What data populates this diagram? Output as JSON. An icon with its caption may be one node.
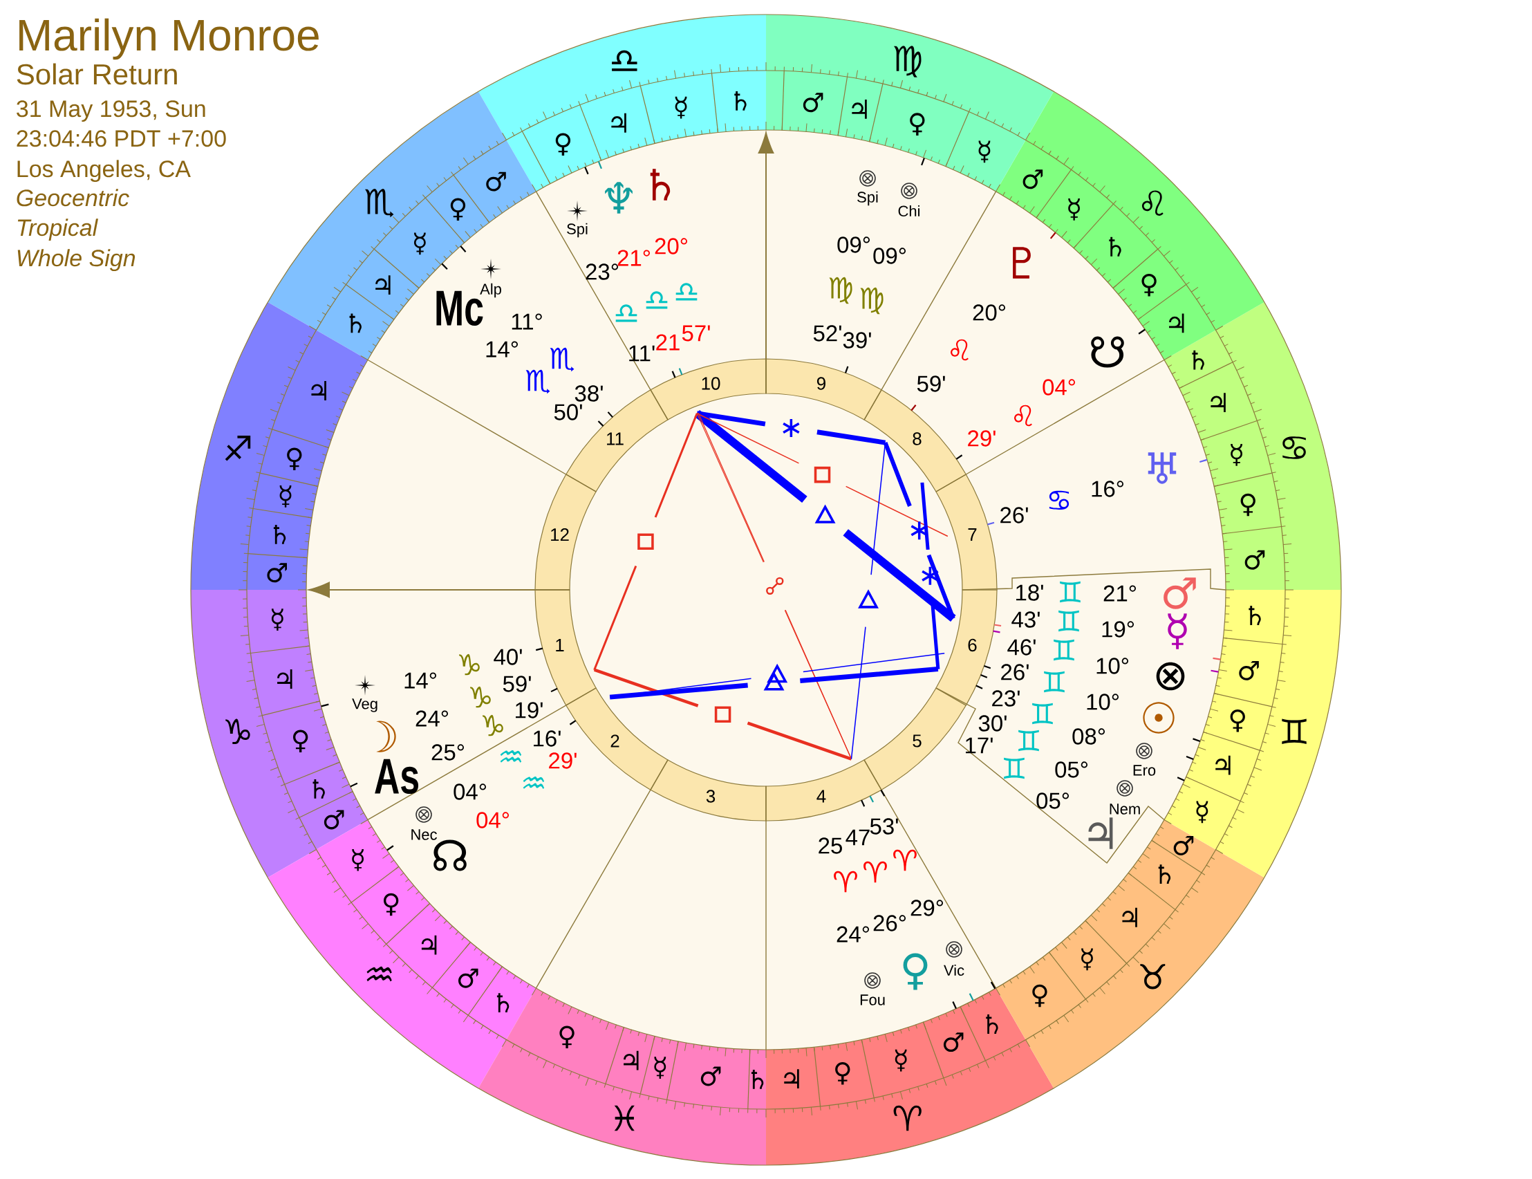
{
  "diagram": {
    "title": "Marilyn Monroe",
    "labels": [
      "Solar Return",
      "31 May 1953, Sun",
      "23:04:46 PDT +7:00",
      "Los Angeles, CA",
      "Geocentric",
      "Tropical",
      "Whole Sign",
      "♈",
      "♃",
      "♀",
      "☿",
      "♂",
      "♄",
      "♉",
      "♀",
      "☿",
      "♃",
      "♄",
      "♂",
      "♊",
      "☿",
      "♃",
      "♀",
      "♂",
      "♄",
      "♋",
      "♂",
      "♀",
      "☿",
      "♃",
      "♄",
      "♌",
      "♃",
      "♀",
      "♄",
      "☿",
      "♂",
      "♍",
      "☿",
      "♀",
      "♃",
      "♂",
      "♎",
      "♄",
      "☿",
      "♃",
      "♀",
      "♏",
      "♂",
      "♀",
      "☿",
      "♃",
      "♄",
      "♐",
      "♃",
      "♀",
      "☿",
      "♄",
      "♂",
      "♑",
      "☿",
      "♃",
      "♀",
      "♄",
      "♂",
      "♒",
      "☿",
      "♀",
      "♃",
      "♂",
      "♄",
      "♓",
      "♀",
      "♃",
      "☿",
      "♂",
      "♄",
      "1",
      "2",
      "3",
      "4",
      "5",
      "6",
      "7",
      "8",
      "9",
      "10",
      "11",
      "12",
      "Spi",
      "23°",
      "♎",
      "11'",
      "♆",
      "21°",
      "♎",
      "21",
      "♄",
      "20°",
      "♎",
      "57'",
      "Spi",
      "09°",
      "♍",
      "52'",
      "Chi",
      "09°",
      "♍",
      "39'",
      "♇",
      "20°",
      "♌",
      "59'",
      "☋",
      "04°",
      "♌",
      "29'",
      "♅",
      "16°",
      "♋",
      "26'",
      "♂",
      "21°",
      "♊",
      "18'",
      "☿",
      "19°",
      "♊",
      "43'",
      "⊗",
      "10°",
      "♊",
      "46'",
      "☉",
      "10°",
      "♊",
      "26'",
      "Ero",
      "08°",
      "♊",
      "23'",
      "Nem",
      "05°",
      "♊",
      "30'",
      "♃",
      "05°",
      "♊",
      "17'",
      "Vic",
      "29°",
      "♈",
      "53'",
      "♀",
      "26°",
      "♈",
      "47",
      "Fou",
      "24°",
      "♈",
      "25",
      "☊",
      "04°",
      "♒",
      "29'",
      "Nec",
      "04°",
      "♒",
      "16'",
      "As",
      "25°",
      "♑",
      "19'",
      "☽",
      "24°",
      "♑",
      "59'",
      "Veg",
      "14°",
      "♑",
      "40'",
      "Mc",
      "14°",
      "♏",
      "50'",
      "Alp",
      "11°",
      "♏",
      "38'"
    ]
  }
}
